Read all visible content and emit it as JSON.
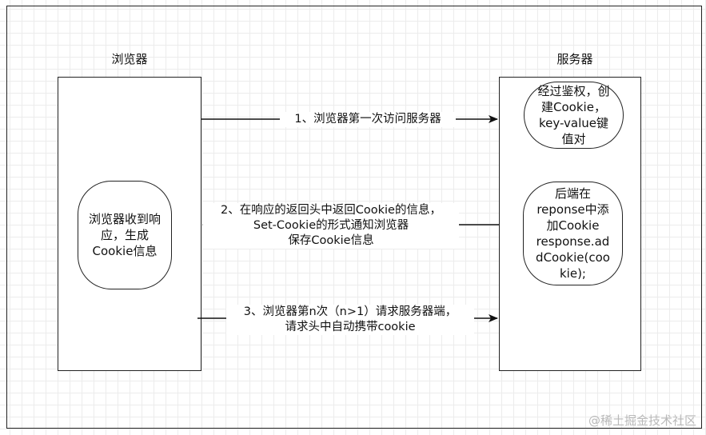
{
  "actors": {
    "browser": "浏览器",
    "server": "服务器"
  },
  "server_notes": {
    "auth": "经过鉴权，创\n建Cookie，\nkey-value键\n值对",
    "backend": "后端在\nreponse中添\n加Cookie\nresponse.ad\ndCookie(coo\nkie);"
  },
  "browser_notes": {
    "receive": "浏览器收到响\n应，生成\nCookie信息"
  },
  "messages": {
    "step1": "1、浏览器第一次访问服务器",
    "step2": "2、在响应的返回头中返回Cookie的信息，\nSet-Cookie的形式通知浏览器\n保存Cookie信息",
    "step3": "3、浏览器第n次（n>1）请求服务器端，\n请求头中自动携带cookie"
  },
  "watermark": "@稀土掘金技术社区"
}
